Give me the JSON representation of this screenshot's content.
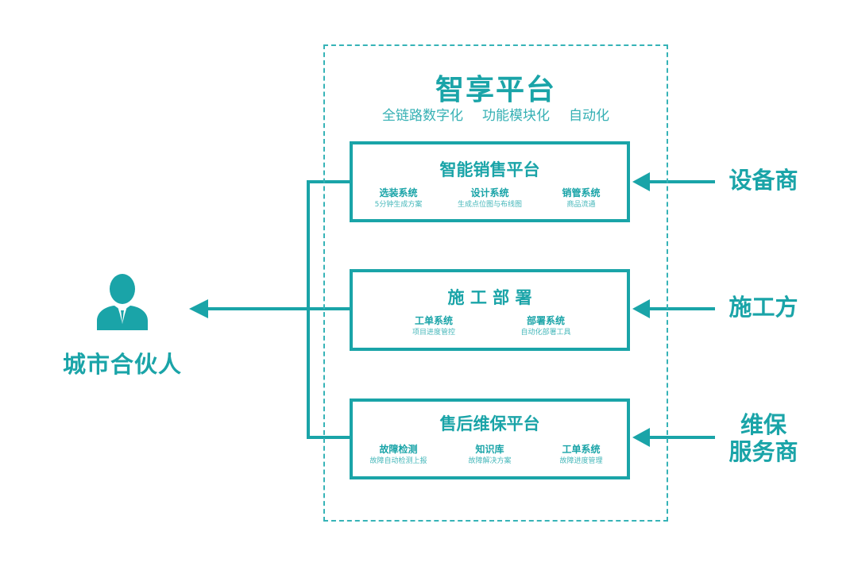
{
  "platform": {
    "title": "智享平台",
    "subtitle": [
      "全链路数字化",
      "功能模块化",
      "自动化"
    ]
  },
  "modules": [
    {
      "title": "智能销售平台",
      "systems": [
        {
          "name": "选装系统",
          "desc": "5分钟生成方案"
        },
        {
          "name": "设计系统",
          "desc": "生成点位图与布线图"
        },
        {
          "name": "销管系统",
          "desc": "商品流通"
        }
      ]
    },
    {
      "title": "施 工 部 署",
      "systems": [
        {
          "name": "工单系统",
          "desc": "项目进度管控"
        },
        {
          "name": "部署系统",
          "desc": "自动化部署工具"
        }
      ]
    },
    {
      "title": "售后维保平台",
      "systems": [
        {
          "name": "故障检测",
          "desc": "故障自动检测上报"
        },
        {
          "name": "知识库",
          "desc": "故障解决方案"
        },
        {
          "name": "工单系统",
          "desc": "故障进度管理"
        }
      ]
    }
  ],
  "external_parties": {
    "equipment_vendor": "设备商",
    "constructor": "施工方",
    "maintenance_line1": "维保",
    "maintenance_line2": "服务商"
  },
  "city_partner": {
    "label": "城市合伙人",
    "icon": "person-icon"
  },
  "colors": {
    "primary": "#1aa4a8",
    "secondary": "#35b0b4",
    "background": "#ffffff"
  }
}
